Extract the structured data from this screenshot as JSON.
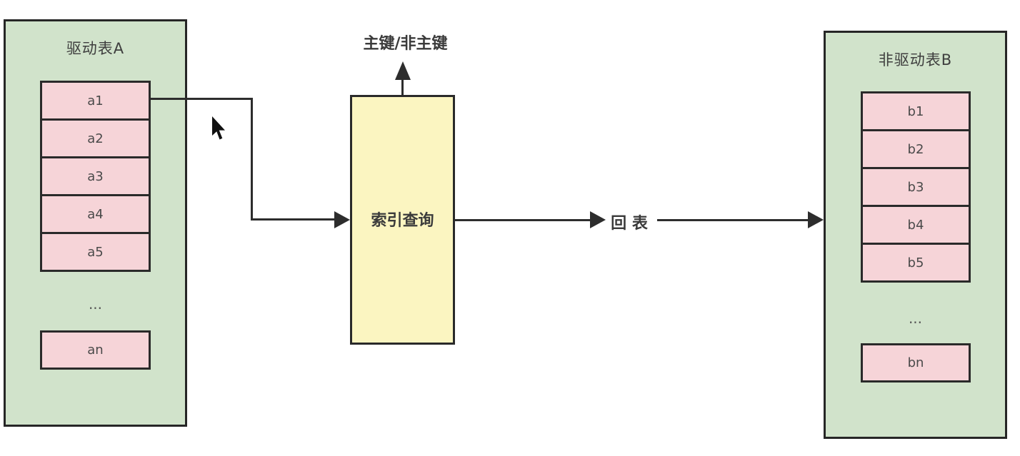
{
  "diagram": {
    "table_a": {
      "title": "驱动表A",
      "rows": [
        "a1",
        "a2",
        "a3",
        "a4",
        "a5"
      ],
      "ellipsis": "...",
      "last_row": "an"
    },
    "table_b": {
      "title": "非驱动表B",
      "rows": [
        "b1",
        "b2",
        "b3",
        "b4",
        "b5"
      ],
      "ellipsis": "...",
      "last_row": "bn"
    },
    "index_box": {
      "label": "索引查询"
    },
    "labels": {
      "key_type": "主键/非主键",
      "back_to_table": "回 表"
    },
    "colors": {
      "table_fill": "#d1e3cb",
      "row_fill": "#f6d4d8",
      "index_fill": "#fbf5c1",
      "line": "#2d2d2d"
    }
  }
}
